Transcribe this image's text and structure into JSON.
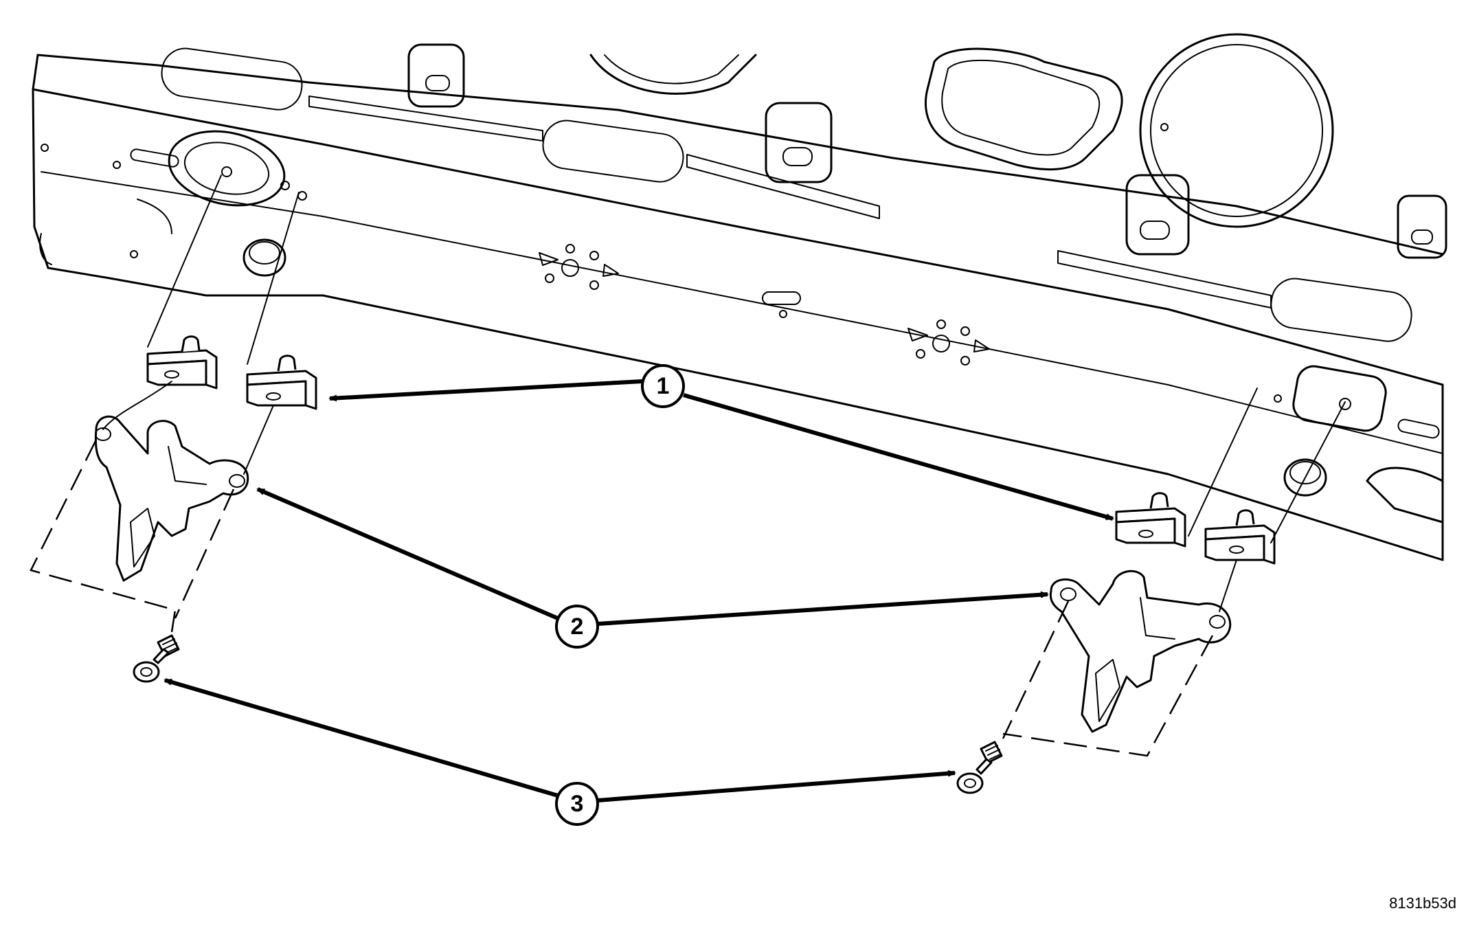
{
  "callouts": [
    {
      "id": "1",
      "label": "1"
    },
    {
      "id": "2",
      "label": "2"
    },
    {
      "id": "3",
      "label": "3"
    }
  ],
  "figure_id": "8131b53d"
}
